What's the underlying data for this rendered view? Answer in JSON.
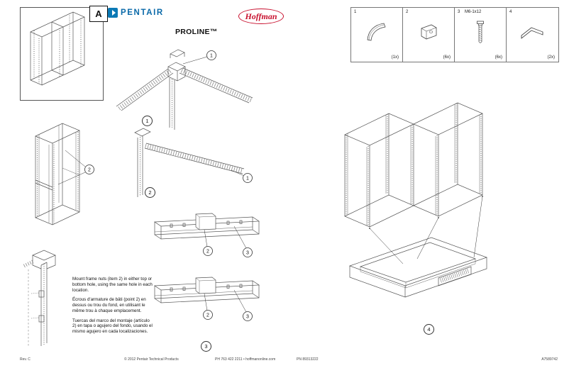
{
  "header": {
    "detail_label": "A",
    "pentair_brand": "PENTAIR",
    "hoffman_brand": "Hoffman",
    "product_title": "PROLINE™"
  },
  "parts": [
    {
      "num": "1",
      "qty": "(1x)"
    },
    {
      "num": "2",
      "qty": "(6x)"
    },
    {
      "num": "3",
      "label": "M6-1x12",
      "qty": "(6x)"
    },
    {
      "num": "4",
      "qty": "(2x)"
    }
  ],
  "callouts": {
    "one": "1",
    "two": "2",
    "three": "3",
    "four": "4"
  },
  "steps": {
    "step1": "1",
    "step2": "2",
    "step3": "3",
    "step4": "4"
  },
  "instructions": {
    "en": "Mount frame nuts (item 2) in either top or bottom hole, using the same hole in each location.",
    "fr": "Écrous d'armature de bâti (point 2) en dessus ou trou du fond, en utilisant le même trou à chaque emplacement.",
    "es": "Tuercas del marco del montaje (artículo 2) en tapa o agujero del fondo, usando el mismo agujero en cada localizaciones."
  },
  "footer": {
    "revision": "Rev. C",
    "copyright": "© 2012 Pentair Technical Products",
    "contact": "PH 763 422 2211 • hoffmanonline.com",
    "part_number": "PN 89313222",
    "document_number": "A7589742"
  }
}
